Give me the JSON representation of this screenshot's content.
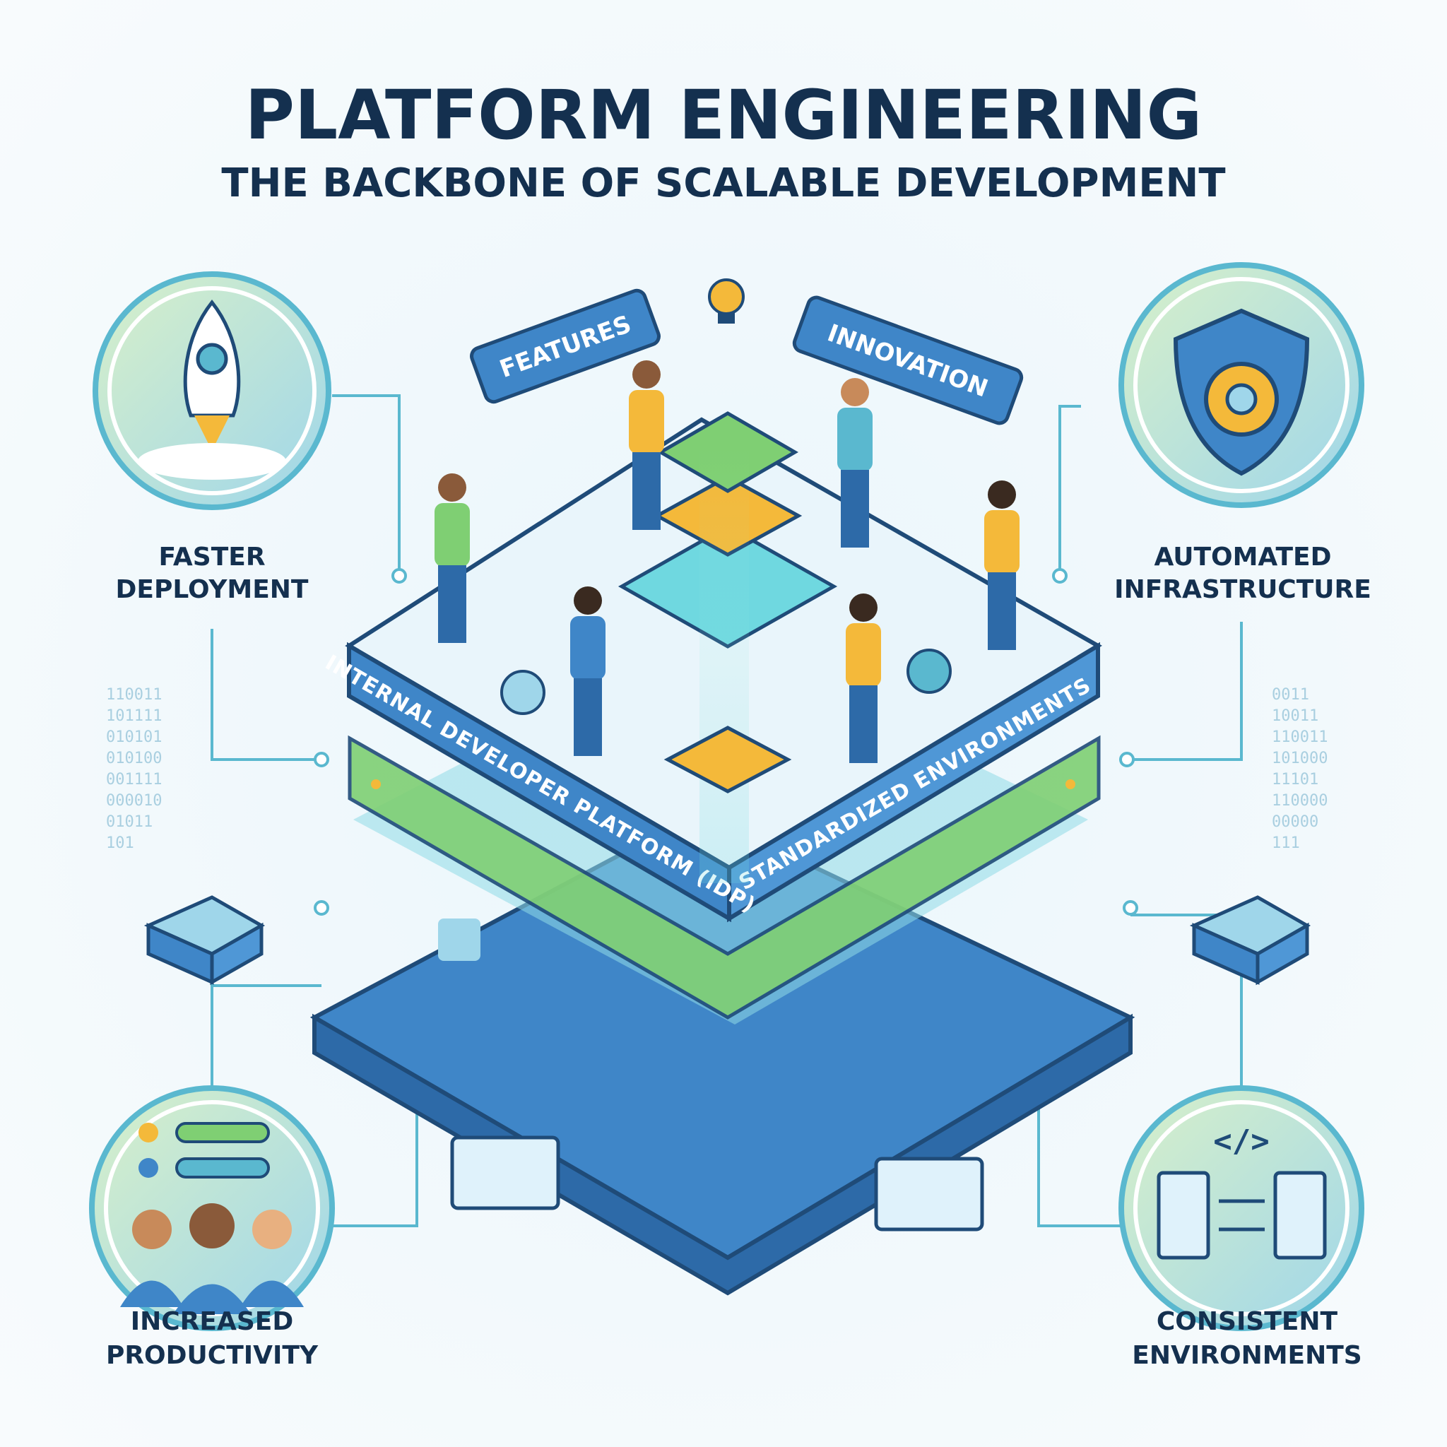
{
  "title": "PLATFORM ENGINEERING",
  "subtitle": "THE BACKBONE OF SCALABLE DEVELOPMENT",
  "benefits": [
    {
      "line1": "FASTER",
      "line2": "DEPLOYMENT",
      "icon": "rocket-icon"
    },
    {
      "line1": "AUTOMATED",
      "line2": "INFRASTRUCTURE",
      "icon": "shield-gear-icon"
    },
    {
      "line1": "INCREASED",
      "line2": "PRODUCTIVITY",
      "icon": "team-icon"
    },
    {
      "line1": "CONSISTENT",
      "line2": "ENVIRONMENTS",
      "icon": "servers-sync-icon"
    }
  ],
  "platform": {
    "left_band": "INTERNAL DEVELOPER PLATFORM (IDP)",
    "right_band": "STANDARDIZED ENVIRONMENTS"
  },
  "tags": {
    "features": "FEATURES",
    "innovation": "INNOVATION"
  },
  "code_glyph": "</>",
  "binary_left": [
    "110011",
    "101111",
    "010101",
    "010100",
    "001111",
    "000010",
    "01011",
    "101"
  ],
  "binary_right": [
    "0011",
    "10011",
    "110011",
    "101000",
    "11101",
    "110000",
    "00000",
    "111"
  ],
  "colors": {
    "navy": "#14304f",
    "blue": "#3f86c8",
    "green": "#7fcf73",
    "teal": "#5ab8cf",
    "yellow": "#f4b93a"
  }
}
